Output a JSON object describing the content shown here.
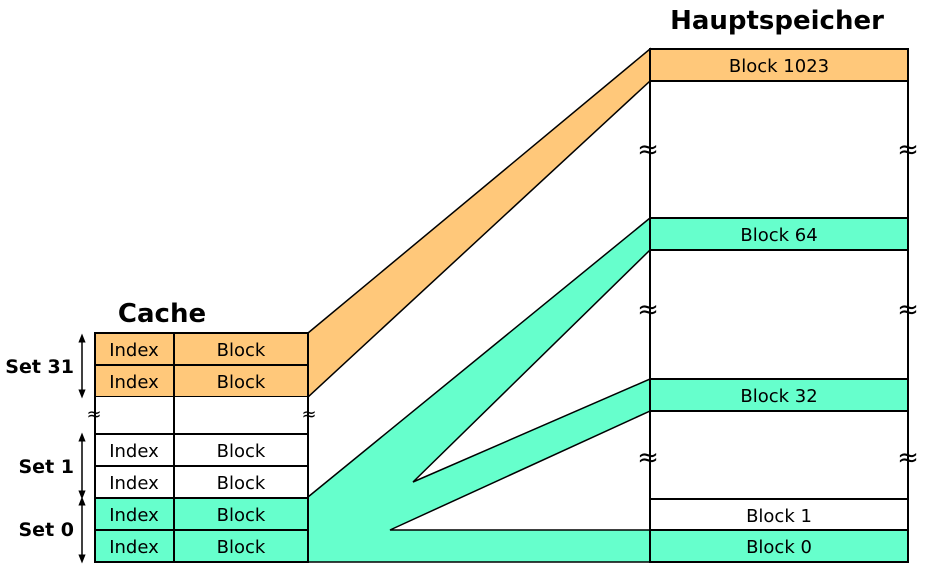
{
  "colors": {
    "orange": "#ffc87a",
    "green": "#66ffcc",
    "white": "#ffffff"
  },
  "titles": {
    "memory": "Hauptspeicher",
    "cache": "Cache"
  },
  "cache": {
    "index_label": "Index",
    "block_label": "Block",
    "gap_symbol": "≈",
    "sets": [
      "Set 31",
      "Set 1",
      "Set 0"
    ]
  },
  "memory": {
    "blocks": [
      "Block 1023",
      "Block 64",
      "Block 32",
      "Block 1",
      "Block 0"
    ],
    "gap_symbol": "≈"
  }
}
